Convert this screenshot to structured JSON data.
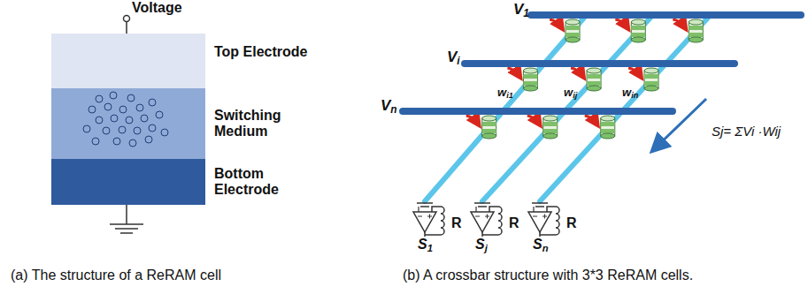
{
  "diagram": {
    "nodes": [
      {
        "text": [
          "Top Electrode"
        ]
      },
      {
        "text": [
          "Switching Medium"
        ]
      },
      {
        "text": [
          "Bottom Electrode"
        ]
      }
    ],
    "labels": [
      "Voltage",
      "V1",
      "Vi",
      "Vn",
      "wi1",
      "wij",
      "win",
      "Sj= ΣVi ·Wij",
      "R",
      "R",
      "R",
      "S1",
      "Sj",
      "Sn",
      "(a) The structure of a ReRAM cell",
      "(b) A crossbar structure with 3*3 ReRAM cells."
    ]
  }
}
